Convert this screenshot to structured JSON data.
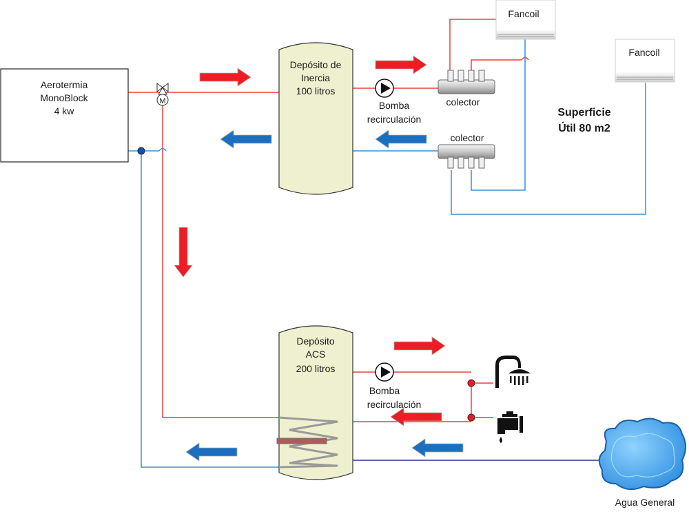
{
  "heat_pump": {
    "lines": [
      "Aerotermia",
      "MonoBlock",
      "4 kw"
    ]
  },
  "tank_inertia": {
    "lines": [
      "Depósito de",
      "Inercia",
      "100 litros"
    ]
  },
  "tank_dhw": {
    "lines": [
      "Depósito",
      "ACS",
      "200 litros"
    ]
  },
  "pump_top": {
    "lines": [
      "Bomba",
      "recirculación"
    ]
  },
  "pump_bottom": {
    "lines": [
      "Bomba",
      "recirculación"
    ]
  },
  "manifold_supply": {
    "label": "colector"
  },
  "manifold_return": {
    "label": "colector"
  },
  "fancoil_1": {
    "label": "Fancoil"
  },
  "fancoil_2": {
    "label": "Fancoil"
  },
  "area_note": {
    "lines": [
      "Superficie",
      "Útil 80 m2"
    ]
  },
  "water_supply": {
    "label": "Agua General"
  },
  "valve": {
    "motor_letter": "M"
  },
  "colors": {
    "hot_pipe": "#e8403a",
    "cold_pipe": "#3a8fd0",
    "mains_pipe": "#24358f",
    "hot_arrow": "#ee1c24",
    "cold_arrow": "#1c6fc0",
    "tank_fill": "#eef0cf"
  }
}
